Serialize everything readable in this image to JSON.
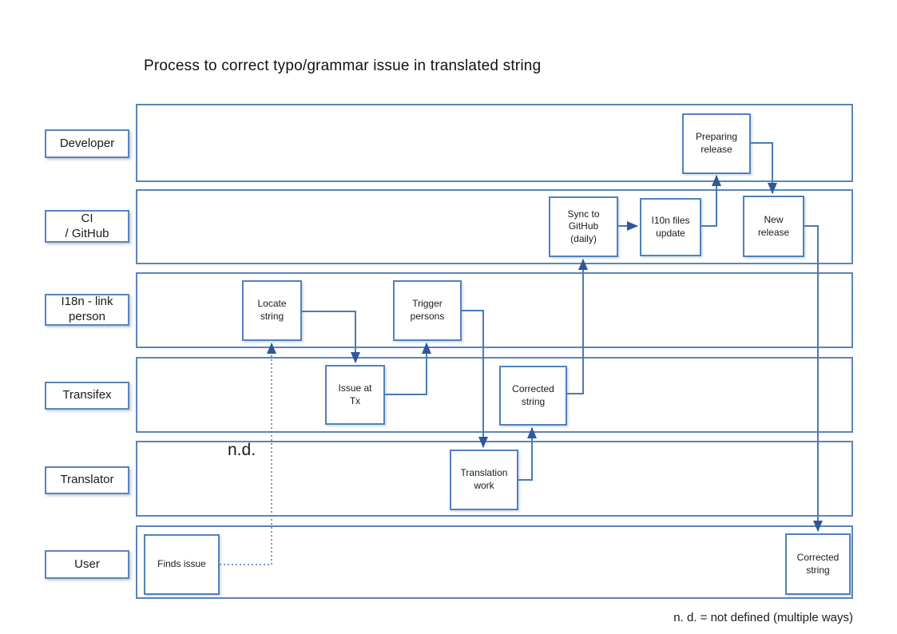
{
  "title": "Process to correct typo/grammar issue in translated string",
  "footnote": "n. d. = not defined (multiple ways)",
  "annotation": {
    "nd_label": "n.d."
  },
  "colors": {
    "lane_border": "#5b84b8",
    "node_border": "#4f81bd",
    "connector_line": "#4a7ab5",
    "arrowhead": "#2f5899",
    "text": "#1a1a1a",
    "background": "#ffffff"
  },
  "lanes": [
    {
      "id": "developer",
      "label": "Developer"
    },
    {
      "id": "ci-github",
      "label": "CI\n/ GitHub"
    },
    {
      "id": "i18n-link-person",
      "label": "I18n - link\nperson"
    },
    {
      "id": "transifex",
      "label": "Transifex"
    },
    {
      "id": "translator",
      "label": "Translator"
    },
    {
      "id": "user",
      "label": "User"
    }
  ],
  "nodes": [
    {
      "id": "preparing-release",
      "lane": "developer",
      "label": "Preparing\nrelease"
    },
    {
      "id": "sync-to-github",
      "lane": "ci-github",
      "label": "Sync to\nGitHub\n(daily)"
    },
    {
      "id": "l10n-files-update",
      "lane": "ci-github",
      "label": "I10n files\nupdate"
    },
    {
      "id": "new-release",
      "lane": "ci-github",
      "label": "New\nrelease"
    },
    {
      "id": "locate-string",
      "lane": "i18n-link-person",
      "label": "Locate\nstring"
    },
    {
      "id": "trigger-persons",
      "lane": "i18n-link-person",
      "label": "Trigger\npersons"
    },
    {
      "id": "issue-at-tx",
      "lane": "transifex",
      "label": "Issue at\nTx"
    },
    {
      "id": "corrected-string-transifex",
      "lane": "transifex",
      "label": "Corrected\nstring"
    },
    {
      "id": "translation-work",
      "lane": "translator",
      "label": "Translation\nwork"
    },
    {
      "id": "finds-issue",
      "lane": "user",
      "label": "Finds issue"
    },
    {
      "id": "corrected-string-user",
      "lane": "user",
      "label": "Corrected\nstring"
    }
  ],
  "edges": [
    {
      "from": "finds-issue",
      "to": "locate-string",
      "style": "dotted"
    },
    {
      "from": "locate-string",
      "to": "issue-at-tx",
      "style": "solid"
    },
    {
      "from": "issue-at-tx",
      "to": "trigger-persons",
      "style": "solid"
    },
    {
      "from": "trigger-persons",
      "to": "translation-work",
      "style": "solid"
    },
    {
      "from": "translation-work",
      "to": "corrected-string-transifex",
      "style": "solid"
    },
    {
      "from": "corrected-string-transifex",
      "to": "sync-to-github",
      "style": "solid"
    },
    {
      "from": "sync-to-github",
      "to": "l10n-files-update",
      "style": "solid"
    },
    {
      "from": "l10n-files-update",
      "to": "preparing-release",
      "style": "solid"
    },
    {
      "from": "preparing-release",
      "to": "new-release",
      "style": "solid"
    },
    {
      "from": "new-release",
      "to": "corrected-string-user",
      "style": "solid"
    }
  ]
}
